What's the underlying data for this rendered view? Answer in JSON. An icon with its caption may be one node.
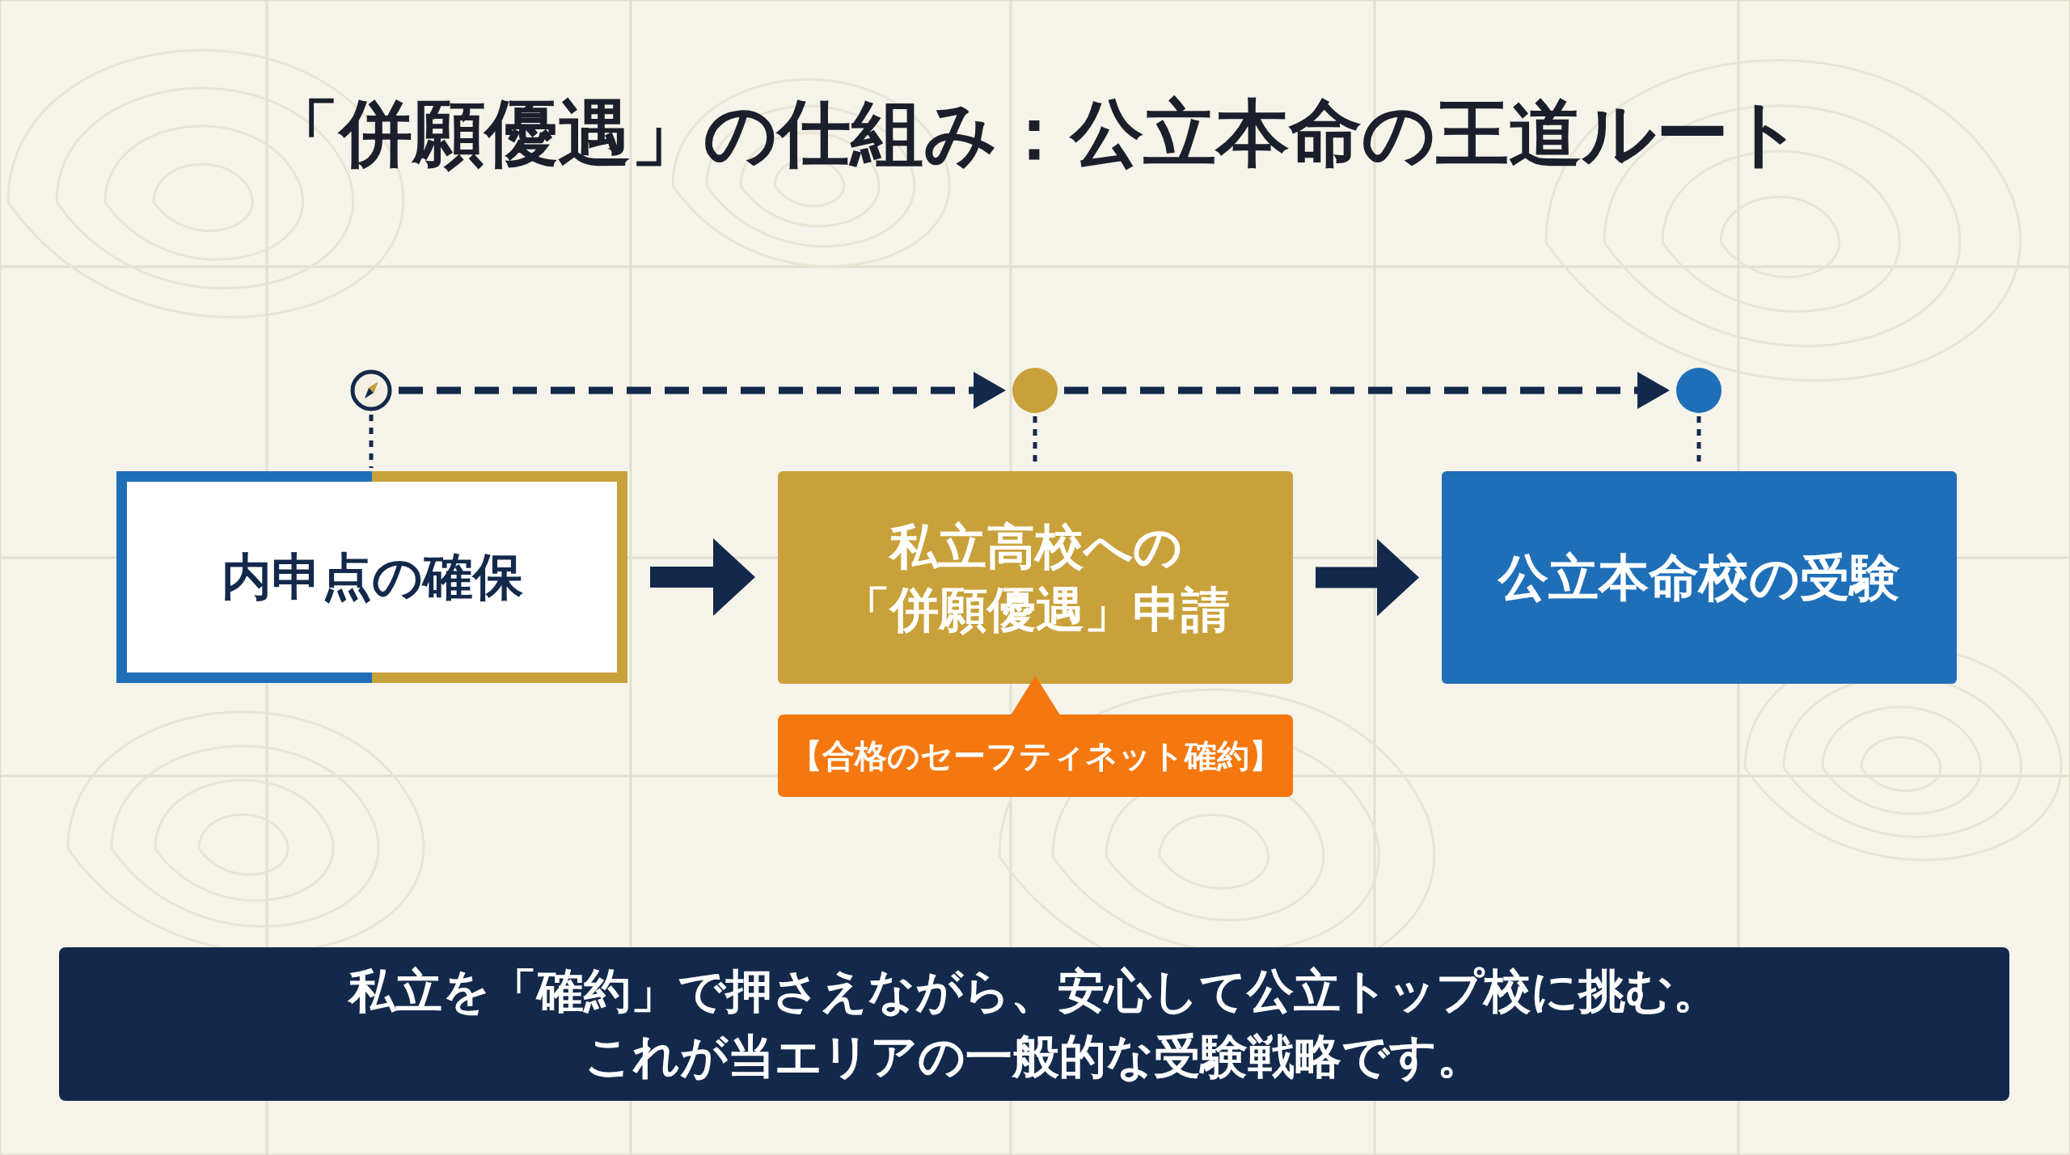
{
  "diagram": {
    "title": "「併願優遇」の仕組み：公立本命の王道ルート",
    "nodes": [
      {
        "text": [],
        "shape": "circle"
      },
      {
        "text": [],
        "shape": "circle"
      },
      {
        "text": [],
        "shape": "circle"
      },
      {
        "text": [
          "内申点の確保"
        ]
      },
      {
        "text": [
          "私立高校への「併願優遇」申請"
        ]
      },
      {
        "text": [
          "公立本命校の受験"
        ]
      },
      {
        "text": [
          "【合格のセーフティネット確約】"
        ]
      },
      {
        "text": [
          "私立を「確約」で押さえながら、安心して公立トップ校に挑む。これが当エリアの一般的な受験戦略です。"
        ]
      }
    ],
    "edges": [
      {
        "from": 0,
        "to": 1,
        "arrow": "to",
        "style": "dashed"
      },
      {
        "from": 1,
        "to": 2,
        "arrow": "to",
        "style": "dashed"
      },
      {
        "from": 0,
        "to": 3,
        "arrow": "none",
        "style": "dashed"
      },
      {
        "from": 1,
        "to": 4,
        "arrow": "none",
        "style": "dashed"
      },
      {
        "from": 2,
        "to": 5,
        "arrow": "none",
        "style": "dashed"
      },
      {
        "from": 3,
        "to": 4,
        "arrow": "to",
        "style": "thick"
      },
      {
        "from": 4,
        "to": 5,
        "arrow": "to",
        "style": "thick"
      }
    ]
  }
}
